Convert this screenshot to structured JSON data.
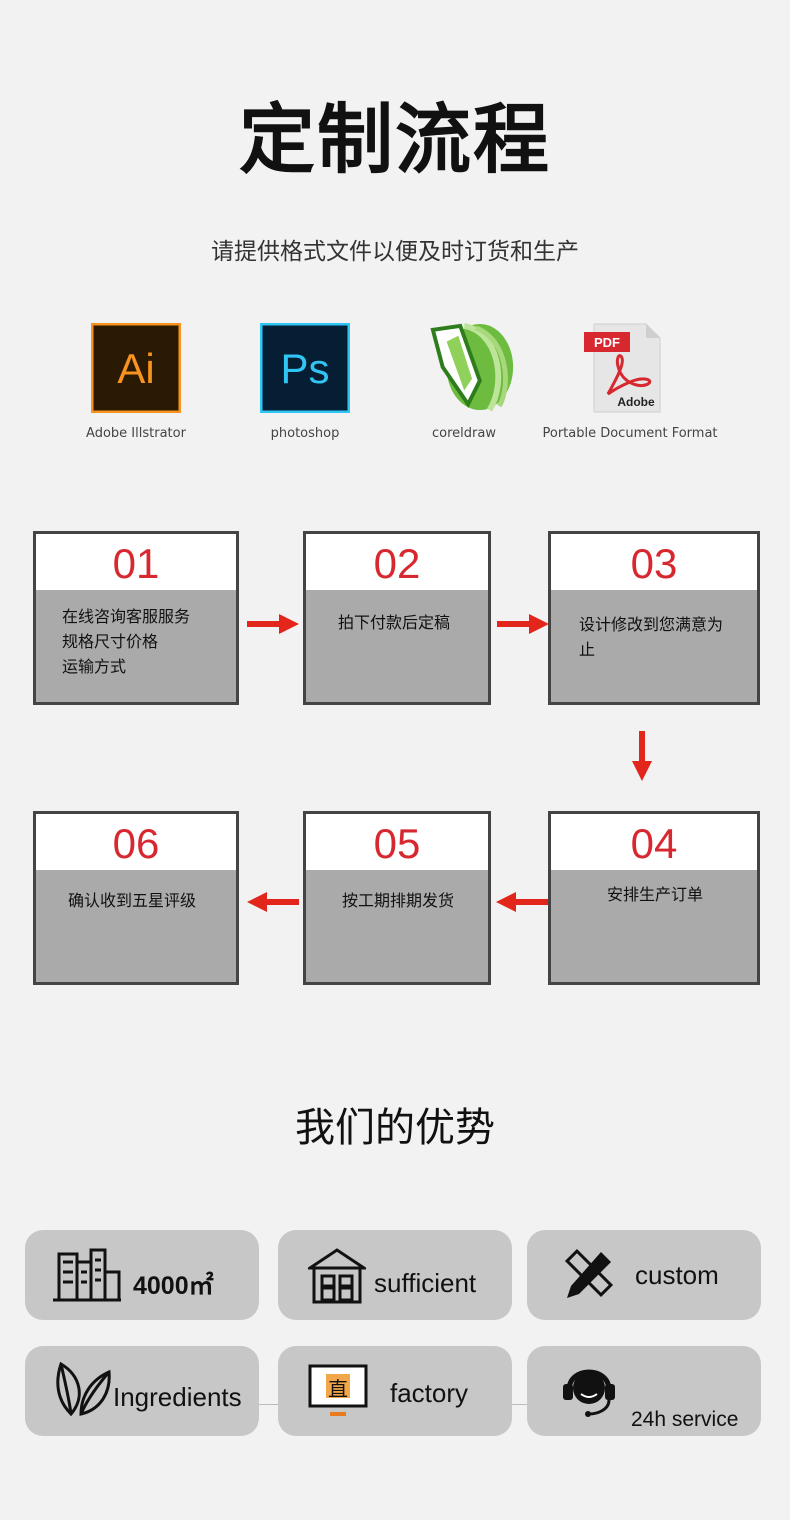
{
  "header": {
    "title": "定制流程",
    "subtitle": "请提供格式文件以便及时订货和生产"
  },
  "software": [
    {
      "label": "Adobe  Illstrator",
      "icon_text": "Ai"
    },
    {
      "label": "photoshop",
      "icon_text": "Ps"
    },
    {
      "label": "coreldraw"
    },
    {
      "label": "Portable Document Format",
      "badge": "PDF",
      "brand": "Adobe"
    }
  ],
  "steps": [
    {
      "num": "01",
      "desc": [
        "在线咨询客服服务",
        "规格尺寸价格",
        "运输方式"
      ]
    },
    {
      "num": "02",
      "desc": [
        "拍下付款后定稿"
      ]
    },
    {
      "num": "03",
      "desc": [
        "设计修改到您满意为止"
      ]
    },
    {
      "num": "04",
      "desc": [
        "安排生产订单"
      ]
    },
    {
      "num": "05",
      "desc": [
        "按工期排期发货"
      ]
    },
    {
      "num": "06",
      "desc": [
        "确认收到五星评级"
      ]
    }
  ],
  "advantages": {
    "title": "我们的优势",
    "items": [
      {
        "label": "4000㎡",
        "icon": "factory-building-icon"
      },
      {
        "label": "sufficient",
        "icon": "warehouse-icon"
      },
      {
        "label": "custom",
        "icon": "pencil-ruler-icon"
      },
      {
        "label": "Ingredients",
        "icon": "leaves-icon"
      },
      {
        "label": "factory",
        "icon": "monitor-icon",
        "icon_char": "直"
      },
      {
        "label": "24h service",
        "icon": "headset-icon"
      }
    ]
  },
  "colors": {
    "accent": "#d7282f",
    "box_fill": "#aaaaaa",
    "card_fill": "#c7c7c7"
  }
}
